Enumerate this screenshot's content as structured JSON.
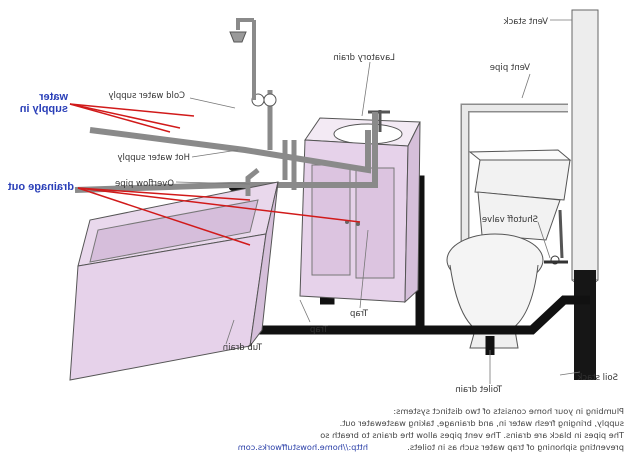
{
  "labels": {
    "vent_stack": "Vent stack",
    "vent_pipe": "Vent pipe",
    "lavatory_drain": "Lavatory drain",
    "cold_water_supply": "Cold water supply",
    "hot_water_supply": "Hot water supply",
    "overflow_pipe": "Overflow pipe",
    "shutoff_valve": "Shutoff valve",
    "trap_lav": "Trap",
    "trap_tub": "Trap",
    "tub_drain": "Tub drain",
    "toilet_drain": "Toilet drain",
    "soil_stack": "Soil stack"
  },
  "callouts": {
    "water_supply_in": [
      "water",
      "supply in"
    ],
    "drainage_out": "drainage out"
  },
  "caption": {
    "lines": [
      "Plumbing in your home consists of two distinct systems:",
      "supply, bringing fresh water in, and drainage, taking wastewater out.",
      "The pipes in black are drains.  The vent pipes allow the drains to breath so",
      "preventing siphoning of trap water such as in toilets."
    ],
    "link": "http://home.howstuffworks.com"
  },
  "colors": {
    "fixture_fill": "#e6d2ea",
    "drain_pipe": "#111111",
    "supply_pipe": "#9a9a9a",
    "callout_line": "#d11a1a",
    "callout_text": "#2a3fb8"
  }
}
